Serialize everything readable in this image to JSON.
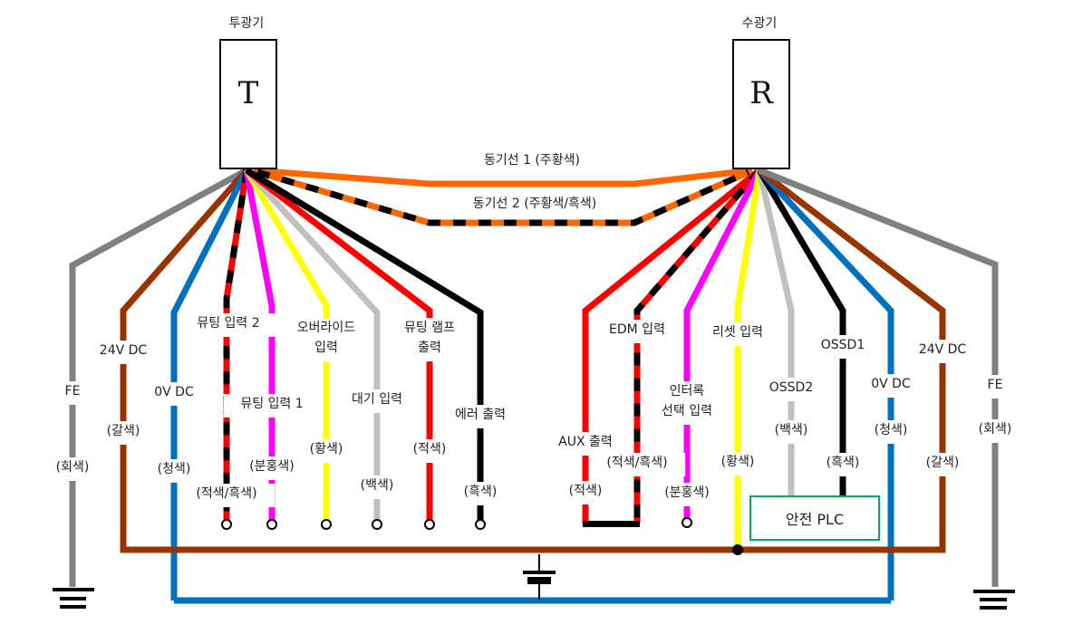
{
  "transmitter": {
    "title": "투광기",
    "letter": "T"
  },
  "receiver": {
    "title": "수광기",
    "letter": "R"
  },
  "colors": {
    "gray": "#808080",
    "brown": "#993300",
    "blue": "#0070c0",
    "pink": "#ff00ff",
    "yellow": "#ffff00",
    "white": "#c0c0c0",
    "red": "#ff0000",
    "black": "#000000",
    "orange": "#ff6600",
    "plc_border": "#00b050"
  },
  "sync_lines": [
    {
      "label": "동기선 1 (주황색)",
      "color": "orange",
      "stripe": null
    },
    {
      "label": "동기선 2 (주황색/흑색)",
      "color": "orange",
      "stripe": "black"
    }
  ],
  "transmitter_wires": [
    {
      "name": "FE",
      "color_name": "(회색)",
      "color": "gray",
      "stripe": null,
      "terminal": "ground"
    },
    {
      "name": "24V DC",
      "color_name": "(갈색)",
      "color": "brown",
      "stripe": null,
      "terminal": "bus-24v"
    },
    {
      "name": "0V DC",
      "color_name": "(청색)",
      "color": "blue",
      "stripe": null,
      "terminal": "bus-0v"
    },
    {
      "name": "뮤팅 입력 2",
      "color_name": "(적색/흑색)",
      "color": "red",
      "stripe": "black",
      "terminal": "open"
    },
    {
      "name": "뮤팅 입력 1",
      "color_name": "(분홍색)",
      "color": "pink",
      "stripe": null,
      "terminal": "open"
    },
    {
      "name": "오버라이드\n입력",
      "color_name": "(황색)",
      "color": "yellow",
      "stripe": null,
      "terminal": "open"
    },
    {
      "name": "대기 입력",
      "color_name": "(백색)",
      "color": "white",
      "stripe": null,
      "terminal": "open"
    },
    {
      "name": "뮤팅 램프\n출력",
      "color_name": "(적색)",
      "color": "red",
      "stripe": null,
      "terminal": "open"
    },
    {
      "name": "에러 출력",
      "color_name": "(흑색)",
      "color": "black",
      "stripe": null,
      "terminal": "open"
    }
  ],
  "receiver_wires": [
    {
      "name": "AUX 출력",
      "color_name": "(적색)",
      "color": "red",
      "stripe": null,
      "terminal": "edm-loop"
    },
    {
      "name": "EDM 입력",
      "color_name": "(적색/흑색)",
      "color": "red",
      "stripe": "black",
      "terminal": "edm-loop"
    },
    {
      "name": "인터록\n선택 입력",
      "color_name": "(분홍색)",
      "color": "pink",
      "stripe": null,
      "terminal": "open"
    },
    {
      "name": "리셋 입력",
      "color_name": "(황색)",
      "color": "yellow",
      "stripe": null,
      "terminal": "bus-24v-dot"
    },
    {
      "name": "OSSD2",
      "color_name": "(백색)",
      "color": "white",
      "stripe": null,
      "terminal": "plc"
    },
    {
      "name": "OSSD1",
      "color_name": "(흑색)",
      "color": "black",
      "stripe": null,
      "terminal": "plc"
    },
    {
      "name": "0V DC",
      "color_name": "(청색)",
      "color": "blue",
      "stripe": null,
      "terminal": "bus-0v"
    },
    {
      "name": "24V DC",
      "color_name": "(갈색)",
      "color": "brown",
      "stripe": null,
      "terminal": "bus-24v"
    },
    {
      "name": "FE",
      "color_name": "(회색)",
      "color": "gray",
      "stripe": null,
      "terminal": "ground"
    }
  ],
  "plc": {
    "label": "안전 PLC"
  },
  "power_supply": {
    "symbol": "battery"
  }
}
